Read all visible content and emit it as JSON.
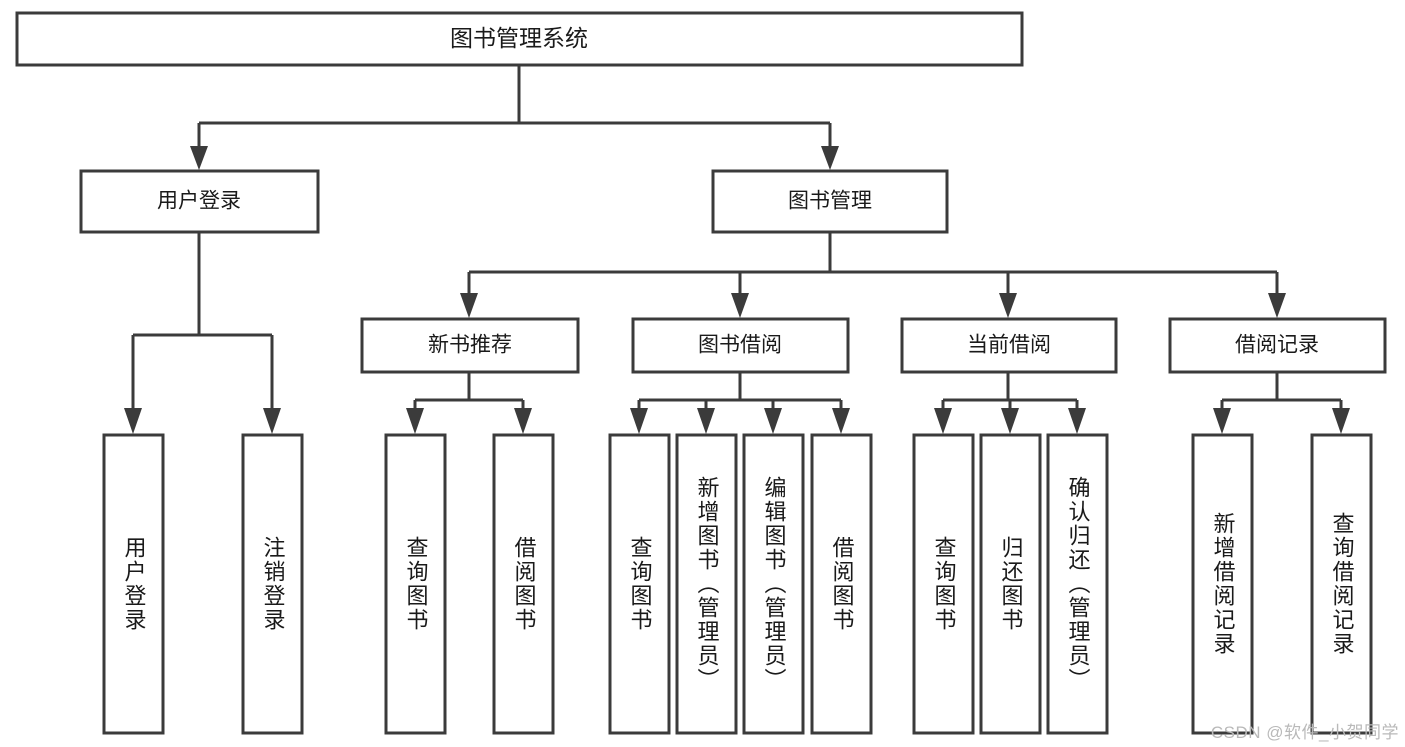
{
  "diagram": {
    "type": "tree-hierarchy",
    "title": "图书管理系统",
    "watermark": "CSDN @软件_小贺同学",
    "colors": {
      "stroke": "#3b3b3b",
      "box_fill": "#ffffff",
      "text": "#1a1a1a",
      "background": "#ffffff",
      "watermark": "#b9b9b9"
    },
    "root": {
      "id": "root",
      "label": "图书管理系统",
      "orientation": "horizontal"
    },
    "level2": [
      {
        "id": "user-login",
        "label": "用户登录",
        "orientation": "horizontal",
        "children": [
          {
            "id": "user-login-do",
            "label": "用户登录",
            "orientation": "vertical"
          },
          {
            "id": "user-logout",
            "label": "注销登录",
            "orientation": "vertical"
          }
        ]
      },
      {
        "id": "book-management",
        "label": "图书管理",
        "orientation": "horizontal",
        "children": [
          {
            "id": "new-book-recommend",
            "label": "新书推荐",
            "orientation": "horizontal",
            "children": [
              {
                "id": "query-book-1",
                "label": "查询图书",
                "orientation": "vertical"
              },
              {
                "id": "borrow-book-1",
                "label": "借阅图书",
                "orientation": "vertical"
              }
            ]
          },
          {
            "id": "book-borrow",
            "label": "图书借阅",
            "orientation": "horizontal",
            "children": [
              {
                "id": "query-book-2",
                "label": "查询图书",
                "orientation": "vertical"
              },
              {
                "id": "add-book-admin",
                "label": "新增图书（管理员）",
                "orientation": "vertical"
              },
              {
                "id": "edit-book-admin",
                "label": "编辑图书（管理员）",
                "orientation": "vertical"
              },
              {
                "id": "borrow-book-2",
                "label": "借阅图书",
                "orientation": "vertical"
              }
            ]
          },
          {
            "id": "current-borrow",
            "label": "当前借阅",
            "orientation": "horizontal",
            "children": [
              {
                "id": "query-book-3",
                "label": "查询图书",
                "orientation": "vertical"
              },
              {
                "id": "return-book",
                "label": "归还图书",
                "orientation": "vertical"
              },
              {
                "id": "confirm-return-admin",
                "label": "确认归还（管理员）",
                "orientation": "vertical"
              }
            ]
          },
          {
            "id": "borrow-record",
            "label": "借阅记录",
            "orientation": "horizontal",
            "children": [
              {
                "id": "add-borrow-record",
                "label": "新增借阅记录",
                "orientation": "vertical"
              },
              {
                "id": "query-borrow-record",
                "label": "查询借阅记录",
                "orientation": "vertical"
              }
            ]
          }
        ]
      }
    ]
  }
}
